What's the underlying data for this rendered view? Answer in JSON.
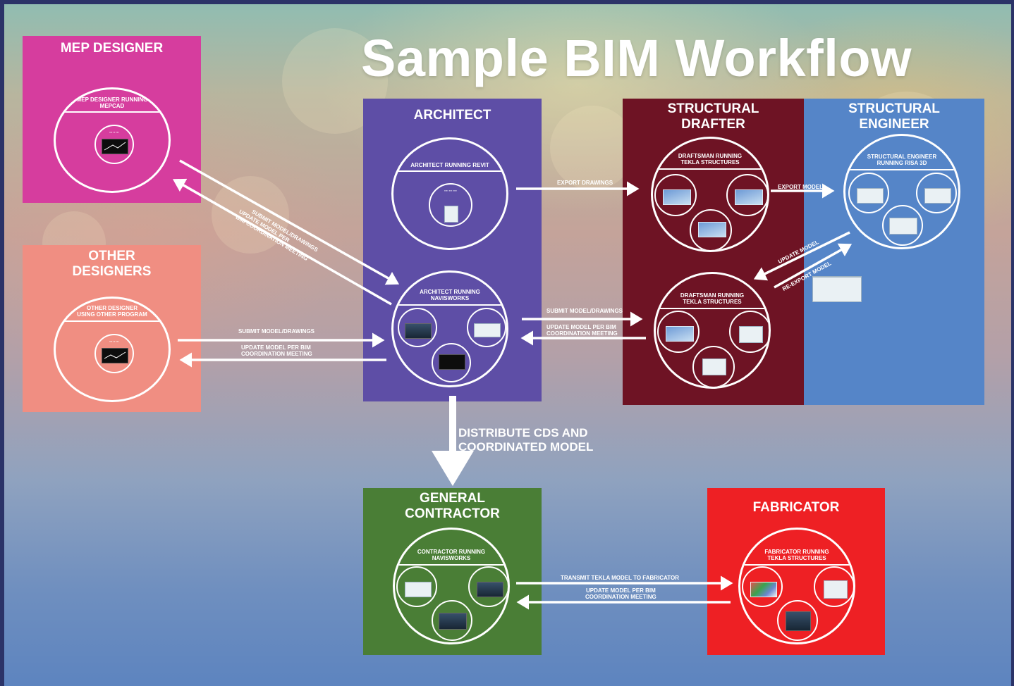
{
  "title": "Sample BIM Workflow",
  "colors": {
    "mep": "#d63d9e",
    "other": "#f08e82",
    "architect": "#5e4ea6",
    "drafter": "#6e1324",
    "engineer": "#5585c8",
    "contractor": "#4a7e36",
    "fabricator": "#ee2024"
  },
  "panels": {
    "mep": {
      "title": "MEP DESIGNER",
      "circle_label": "MEP DESIGNER RUNNING\nMEPCAD"
    },
    "other": {
      "title": "OTHER\nDESIGNERS",
      "circle_label": "OTHER DESIGNER\nUSING OTHER  PROGRAM"
    },
    "architect": {
      "title": "ARCHITECT",
      "circle1_label": "ARCHITECT RUNNING REVIT",
      "circle2_label": "ARCHITECT RUNNING\nNAVISWORKS"
    },
    "drafter": {
      "title": "STRUCTURAL\nDRAFTER",
      "circle1_label": "DRAFTSMAN RUNNING\nTEKLA STRUCTURES",
      "circle2_label": "DRAFTSMAN RUNNING\nTEKLA STRUCTURES"
    },
    "engineer": {
      "title": "STRUCTURAL\nENGINEER",
      "circle_label": "STRUCTURAL ENGINEER\nRUNNING RISA 3D"
    },
    "contractor": {
      "title": "GENERAL\nCONTRACTOR",
      "circle_label": "CONTRACTOR RUNNING\nNAVISWORKS"
    },
    "fabricator": {
      "title": "FABRICATOR",
      "circle_label": "FABRICATOR RUNNING\nTEKLA STRUCTURES"
    }
  },
  "arrows": {
    "mep_submit": "SUBMIT MODEL/DRAWINGS",
    "mep_update": "UPDATE MODEL PER\nBIM COORDINATION MEETING",
    "other_submit": "SUBMIT MODEL/DRAWINGS",
    "other_update": "UPDATE MODEL PER BIM\nCOORDINATION MEETING",
    "export_drawings": "EXPORT DRAWINGS",
    "arch_submit": "SUBMIT MODEL/DRAWINGS",
    "arch_update": "UPDATE MODEL PER BIM\nCOORDINATION MEETING",
    "export_model": "EXPORT MODEL",
    "update_model": "UPDATE MODEL",
    "re_export_model": "RE-EXPORT MODEL",
    "distribute": "DISTRIBUTE CDS AND\nCOORDINATED MODEL",
    "transmit": "TRANSMIT TEKLA MODEL TO FABRICATOR",
    "fab_update": "UPDATE MODEL PER BIM\nCOORDINATION MEETING"
  }
}
